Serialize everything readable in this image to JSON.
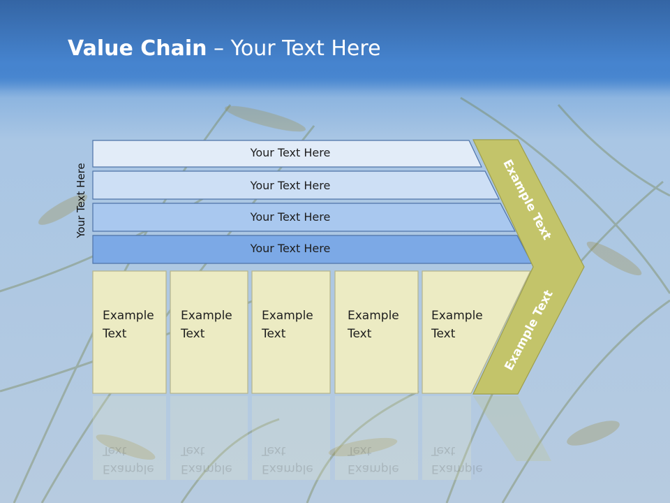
{
  "title": {
    "bold": "Value Chain",
    "rest": " – Your Text Here"
  },
  "side_label": "Your Text Here",
  "rows": [
    {
      "label": "Your Text Here",
      "color": "#e2ecf8"
    },
    {
      "label": "Your Text Here",
      "color": "#cddff5"
    },
    {
      "label": "Your Text Here",
      "color": "#a9c8ef"
    },
    {
      "label": "Your Text Here",
      "color": "#7ca9e6"
    }
  ],
  "boxes": [
    {
      "label": "Example\nText"
    },
    {
      "label": "Example\nText"
    },
    {
      "label": "Example\nText"
    },
    {
      "label": "Example\nText"
    },
    {
      "label": "Example\nText"
    }
  ],
  "chevron": {
    "top_label": "Example Text",
    "bottom_label": "Example Text",
    "color": "#c3c46a"
  },
  "colors": {
    "box_fill": "#ecebc3",
    "box_stroke": "#b6b58a",
    "row_stroke": "#4e73a8"
  }
}
